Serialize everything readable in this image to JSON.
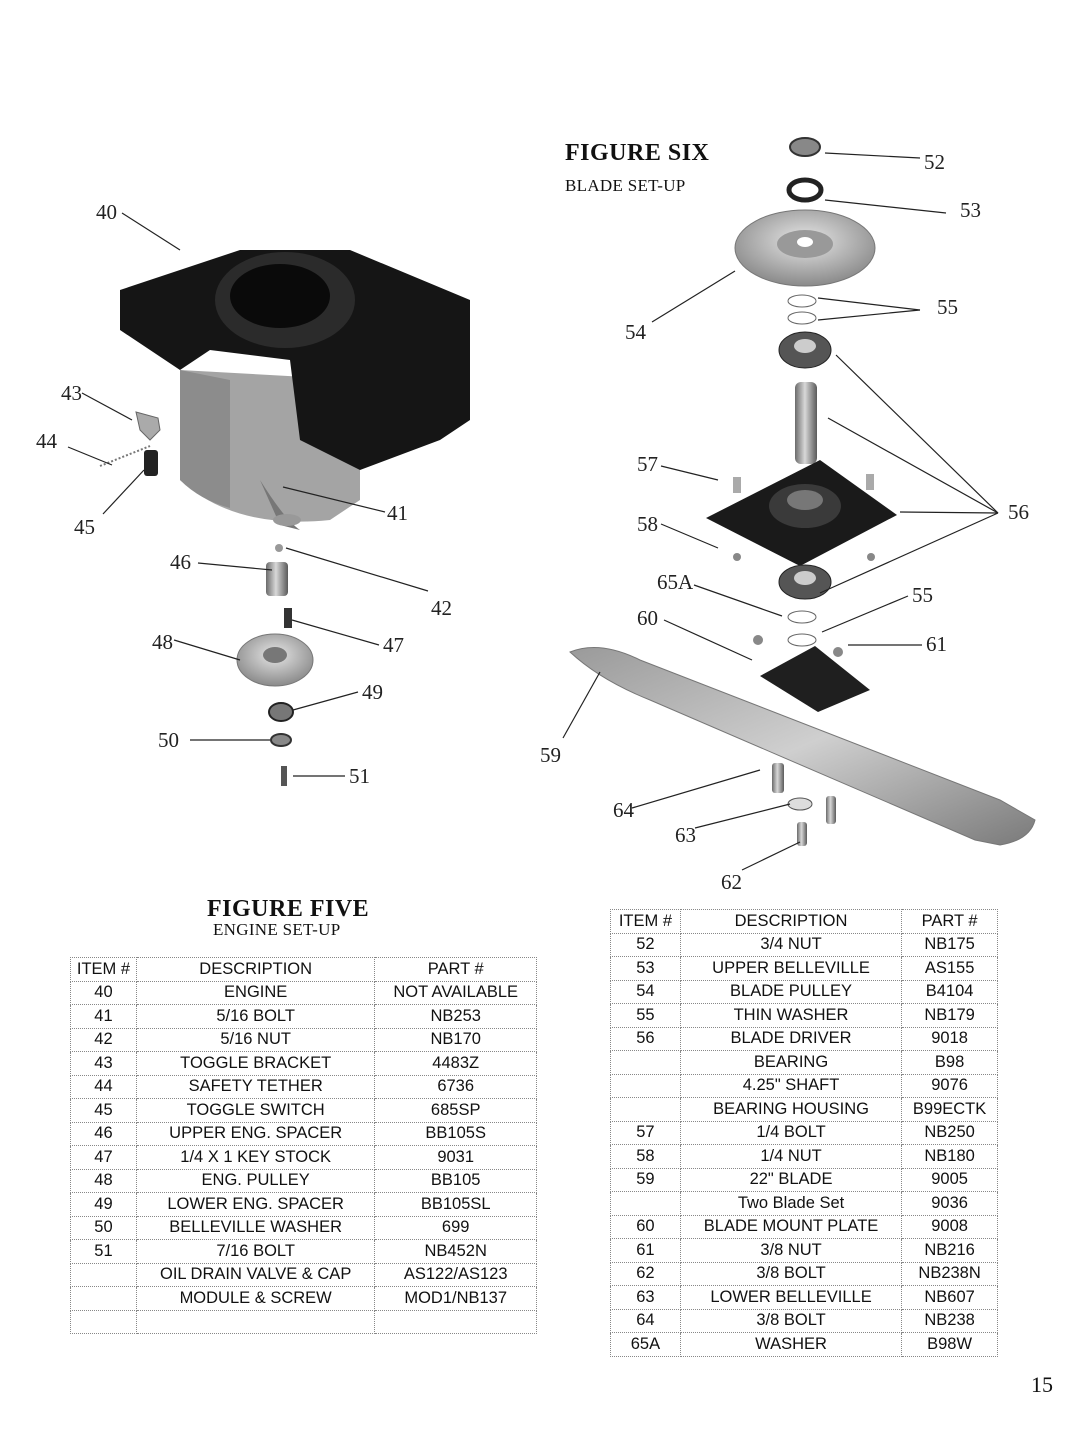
{
  "figure_five": {
    "title": "FIGURE FIVE",
    "subtitle": "ENGINE SET-UP",
    "callouts": [
      "40",
      "41",
      "42",
      "43",
      "44",
      "45",
      "46",
      "47",
      "48",
      "49",
      "50",
      "51"
    ],
    "headers": {
      "item": "ITEM #",
      "description": "DESCRIPTION",
      "part": "PART #"
    },
    "rows": [
      {
        "item": "40",
        "description": "ENGINE",
        "part": "NOT AVAILABLE"
      },
      {
        "item": "41",
        "description": "5/16 BOLT",
        "part": "NB253"
      },
      {
        "item": "42",
        "description": "5/16 NUT",
        "part": "NB170"
      },
      {
        "item": "43",
        "description": "TOGGLE BRACKET",
        "part": "4483Z"
      },
      {
        "item": "44",
        "description": "SAFETY TETHER",
        "part": "6736"
      },
      {
        "item": "45",
        "description": "TOGGLE SWITCH",
        "part": "685SP"
      },
      {
        "item": "46",
        "description": "UPPER ENG. SPACER",
        "part": "BB105S"
      },
      {
        "item": "47",
        "description": "1/4 X 1 KEY STOCK",
        "part": "9031"
      },
      {
        "item": "48",
        "description": "ENG. PULLEY",
        "part": "BB105"
      },
      {
        "item": "49",
        "description": "LOWER ENG. SPACER",
        "part": "BB105SL"
      },
      {
        "item": "50",
        "description": "BELLEVILLE WASHER",
        "part": "699"
      },
      {
        "item": "51",
        "description": "7/16 BOLT",
        "part": "NB452N"
      },
      {
        "item": "",
        "description": "OIL DRAIN VALVE & CAP",
        "part": "AS122/AS123"
      },
      {
        "item": "",
        "description": "MODULE & SCREW",
        "part": "MOD1/NB137"
      },
      {
        "item": "",
        "description": "",
        "part": ""
      }
    ]
  },
  "figure_six": {
    "title": "FIGURE SIX",
    "subtitle": "BLADE SET-UP",
    "callouts": [
      "52",
      "53",
      "54",
      "55",
      "56",
      "57",
      "58",
      "65A",
      "60",
      "55",
      "61",
      "59",
      "64",
      "63",
      "62"
    ],
    "headers": {
      "item": "ITEM #",
      "description": "DESCRIPTION",
      "part": "PART #"
    },
    "rows": [
      {
        "item": "52",
        "description": "3/4 NUT",
        "part": "NB175"
      },
      {
        "item": "53",
        "description": "UPPER BELLEVILLE",
        "part": "AS155"
      },
      {
        "item": "54",
        "description": "BLADE PULLEY",
        "part": "B4104"
      },
      {
        "item": "55",
        "description": "THIN WASHER",
        "part": "NB179"
      },
      {
        "item": "56",
        "description": "BLADE DRIVER",
        "part": "9018"
      },
      {
        "item": "",
        "description": "BEARING",
        "part": "B98"
      },
      {
        "item": "",
        "description": "4.25\" SHAFT",
        "part": "9076"
      },
      {
        "item": "",
        "description": "BEARING HOUSING",
        "part": "B99ECTK"
      },
      {
        "item": "57",
        "description": "1/4 BOLT",
        "part": "NB250"
      },
      {
        "item": "58",
        "description": "1/4 NUT",
        "part": "NB180"
      },
      {
        "item": "59",
        "description": "22\" BLADE",
        "part": "9005"
      },
      {
        "item": "",
        "description": "Two Blade Set",
        "part": "9036"
      },
      {
        "item": "60",
        "description": "BLADE MOUNT PLATE",
        "part": "9008"
      },
      {
        "item": "61",
        "description": "3/8 NUT",
        "part": "NB216"
      },
      {
        "item": "62",
        "description": "3/8 BOLT",
        "part": "NB238N"
      },
      {
        "item": "63",
        "description": "LOWER BELLEVILLE",
        "part": "NB607"
      },
      {
        "item": "64",
        "description": "3/8 BOLT",
        "part": "NB238"
      },
      {
        "item": "65A",
        "description": "WASHER",
        "part": "B98W"
      }
    ]
  },
  "page_number": "15"
}
